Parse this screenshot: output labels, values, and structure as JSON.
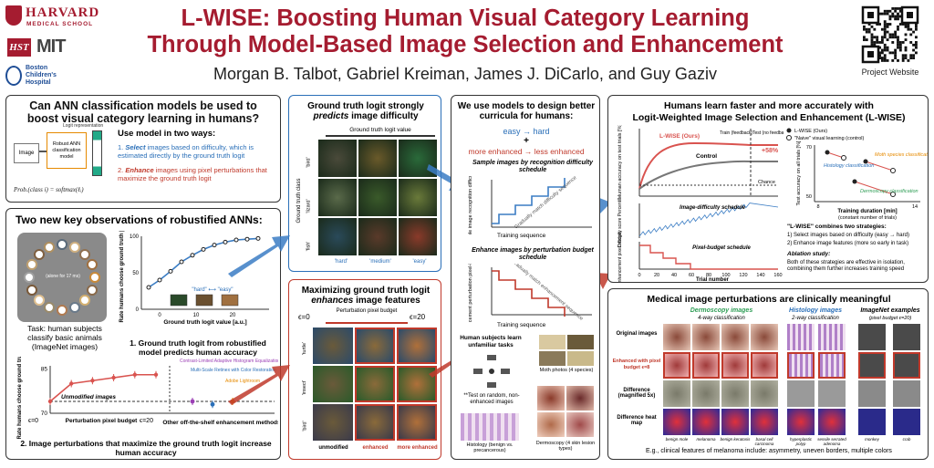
{
  "header": {
    "title_line1": "L-WISE: Boosting Human Visual Category Learning",
    "title_line2": "Through Model-Based Image Selection and Enhancement",
    "authors": "Morgan B. Talbot, Gabriel Kreiman, James J. DiCarlo, and Guy Gaziv",
    "logo_harvard": "HARVARD",
    "logo_harvard_sub": "MEDICAL SCHOOL",
    "logo_hst": "HST",
    "logo_mit": "MIT",
    "logo_boston": "Boston Children's Hospital",
    "qr_caption": "Project Website"
  },
  "panel1": {
    "question": "Can ANN classification models be used to boost visual category learning in humans?",
    "use_model": "Use model in two ways:",
    "point1_num": "1.",
    "point1_em": "Select",
    "point1_rest": "images based on difficulty, which is estimated directly by the ground truth logit",
    "point2_num": "2.",
    "point2_em": "Enhance",
    "point2_rest": "images using pixel perturbations that maximize the ground truth logit",
    "diagram_image": "Image",
    "diagram_model": "Robust ANN classification model",
    "diagram_logit": "Logit representation",
    "formula": "Prob.(class i) = softmax(ℓᵢ)"
  },
  "panel2": {
    "title": "Two new key observations of robustified ANNs:",
    "circle_center": "(alone for 17 ms)",
    "task_caption": "Task: human subjects classify basic animals (ImageNet images)",
    "obs1": "1. Ground truth logit from robustified model predicts human accuracy",
    "obs1_em": "predicts",
    "chart1_ylabel": "Rate humans choose ground truth [%]",
    "chart1_xlabel": "Ground truth logit value [a.u.]",
    "chart1_hard_easy": "\"hard\" ⟷ \"easy\"",
    "chart2_ylabel": "Rate humans choose ground truth [%]",
    "unmodified_label": "Unmodified images",
    "eps0": "ϵ=0",
    "eps20": "ϵ=20",
    "perturb_label": "Perturbation pixel budget",
    "other_methods": "Other off-the-shelf enhancement methods",
    "method1": "Contrast-Limited Adaptive Histogram Equalization",
    "method2": "Multi-Scale Retinex with Color Restoration",
    "method3": "Adobe Lightroom",
    "obs2": "2. Image perturbations that maximize the ground truth logit increase human accuracy",
    "obs2_em": "increase"
  },
  "chart_data": [
    {
      "type": "line",
      "xlabel": "Ground truth logit value [a.u.]",
      "ylabel": "Rate humans choose ground truth [%]",
      "x": [
        -3,
        0,
        3,
        6,
        9,
        12,
        15,
        18,
        21,
        24,
        27
      ],
      "y": [
        30,
        40,
        52,
        65,
        74,
        82,
        88,
        92,
        95,
        96,
        97
      ],
      "xticks": [
        0,
        10,
        20
      ],
      "yticks": [
        0,
        50,
        100
      ],
      "ylim": [
        0,
        100
      ],
      "xlim": [
        -5,
        30
      ]
    },
    {
      "type": "line",
      "xlabel": "Perturbation pixel budget",
      "ylabel": "Rate humans choose ground truth [%]",
      "x": [
        0,
        4,
        8,
        12,
        16,
        20
      ],
      "y": [
        74,
        80,
        81,
        82,
        83,
        83
      ],
      "yticks": [
        70,
        85
      ],
      "ylim": [
        70,
        86
      ],
      "baseline": 74,
      "other_methods": [
        {
          "name": "Contrast-Limited Adaptive Histogram Equalization",
          "value": 74,
          "color": "#9b3fb5"
        },
        {
          "name": "Multi-Scale Retinex with Color Restoration",
          "value": 73,
          "color": "#2a6fb8"
        },
        {
          "name": "Adobe Lightroom",
          "value": 74,
          "color": "#e68a00"
        }
      ]
    }
  ],
  "panel3": {
    "title_pre": "Ground truth logit strongly",
    "title_em": "predicts",
    "title_post": "image difficulty",
    "axis_label": "Ground truth logit value",
    "row_label": "Ground truth class",
    "row1": "'bird'",
    "row2": "'lizard'",
    "row3": "'fish'",
    "col1": "'hard'",
    "col2": "'medium'",
    "col3": "'easy'"
  },
  "panel4": {
    "title_pre": "Maximizing ground truth logit",
    "title_em": "enhances",
    "title_post": "image features",
    "eps0": "ϵ=0",
    "eps20": "ϵ=20",
    "perturb": "Perturbation pixel budget",
    "row1": "'turtle'",
    "row2": "'insect'",
    "row3": "'bird'",
    "col1": "unmodified",
    "col2": "enhanced",
    "col3": "more enhanced"
  },
  "panel5": {
    "title": "We use models to design better curricula for humans:",
    "easy_hard": "easy → hard",
    "plus": "+",
    "enh_less": "more enhanced → less enhanced",
    "sample_title": "Sample images by recognition difficulty schedule",
    "allowable": "Allowable image recognition difficulty score",
    "gradually": "Gradually match difficulty sequence",
    "training_seq": "Training sequence",
    "enhance_title": "Enhance images by perturbation budget schedule",
    "enh_axis": "Enhancement perturbation pixel-budget ϵ",
    "gradually2": "Gradually match enhancement sequence",
    "training_seq2": "Training sequence",
    "subjects": "Human subjects learn unfamiliar tasks",
    "moth": "Moth photos (4 species)",
    "test_note": "**Test on random, non-enhanced images",
    "histology": "Histology (benign vs. precancerous)",
    "dermoscopy": "Dermoscopy (4 skin lesion types)"
  },
  "panel6": {
    "title1": "Humans learn faster and more accurately with",
    "title2": "Logit-Weighted Image Selection and Enhancement (L-WISE)",
    "lwise_label": "L-WISE (Ours)",
    "control": "Control",
    "chance": "Chance",
    "train_fb": "Train (feedback)",
    "test_fb": "Test (no feedback)",
    "gain": "+58%",
    "img_diff_sched": "Image-difficulty schedule",
    "pix_budget_sched": "Pixel-budget schedule",
    "trial_number": "Trial number",
    "y_acc": "Human accuracy on test trials [%]",
    "y_diff": "Difficulty score Percentile",
    "y_enh": "Enhancement pixel budget",
    "xticks": [
      "0",
      "20",
      "40",
      "60",
      "80",
      "100",
      "120",
      "140",
      "160"
    ],
    "legend1": "L-WISE (Ours)",
    "legend2": "\"Naive\" visual learning (control)",
    "hist_cls": "Histology classification",
    "moth_cls": "Moth species classification",
    "derm_cls": "Dermoscopy classification",
    "test_acc": "Test accuracy on all trials [%]",
    "training_dur": "Training duration [min]",
    "const_trials": "(constant number of trials)",
    "lwise_combines": "\"L-WISE\" combines two strategies:",
    "strategy1": "1) Select images based on difficulty (easy → hard)",
    "strategy2": "2) Enhance image features (more so early in task)",
    "ablation": "Ablation study:",
    "ablation_text": "Both of these strategies are effective in isolation, combining them further increases training speed"
  },
  "panel7": {
    "title": "Medical image perturbations are clinically meaningful",
    "derm_head": "Dermoscopy images",
    "derm_sub": "4-way classification",
    "hist_head": "Histology images",
    "hist_sub": "2-way classification",
    "inet_head": "ImageNet examples",
    "inet_sub": "(pixel budget ϵ=20)",
    "row1": "Original images",
    "row2": "Enhanced with pixel budget ϵ=8",
    "row3": "Difference (magnified 5x)",
    "row4": "Difference heat map",
    "labels": [
      "benign mole",
      "melanoma",
      "benign keratosis",
      "basal cell carcinoma",
      "hyperplastic polyp",
      "sessile serrated adenoma",
      "monkey",
      "crab"
    ],
    "footer": "E.g., clinical features of melanoma include: asymmetry, uneven borders, multiple colors"
  }
}
